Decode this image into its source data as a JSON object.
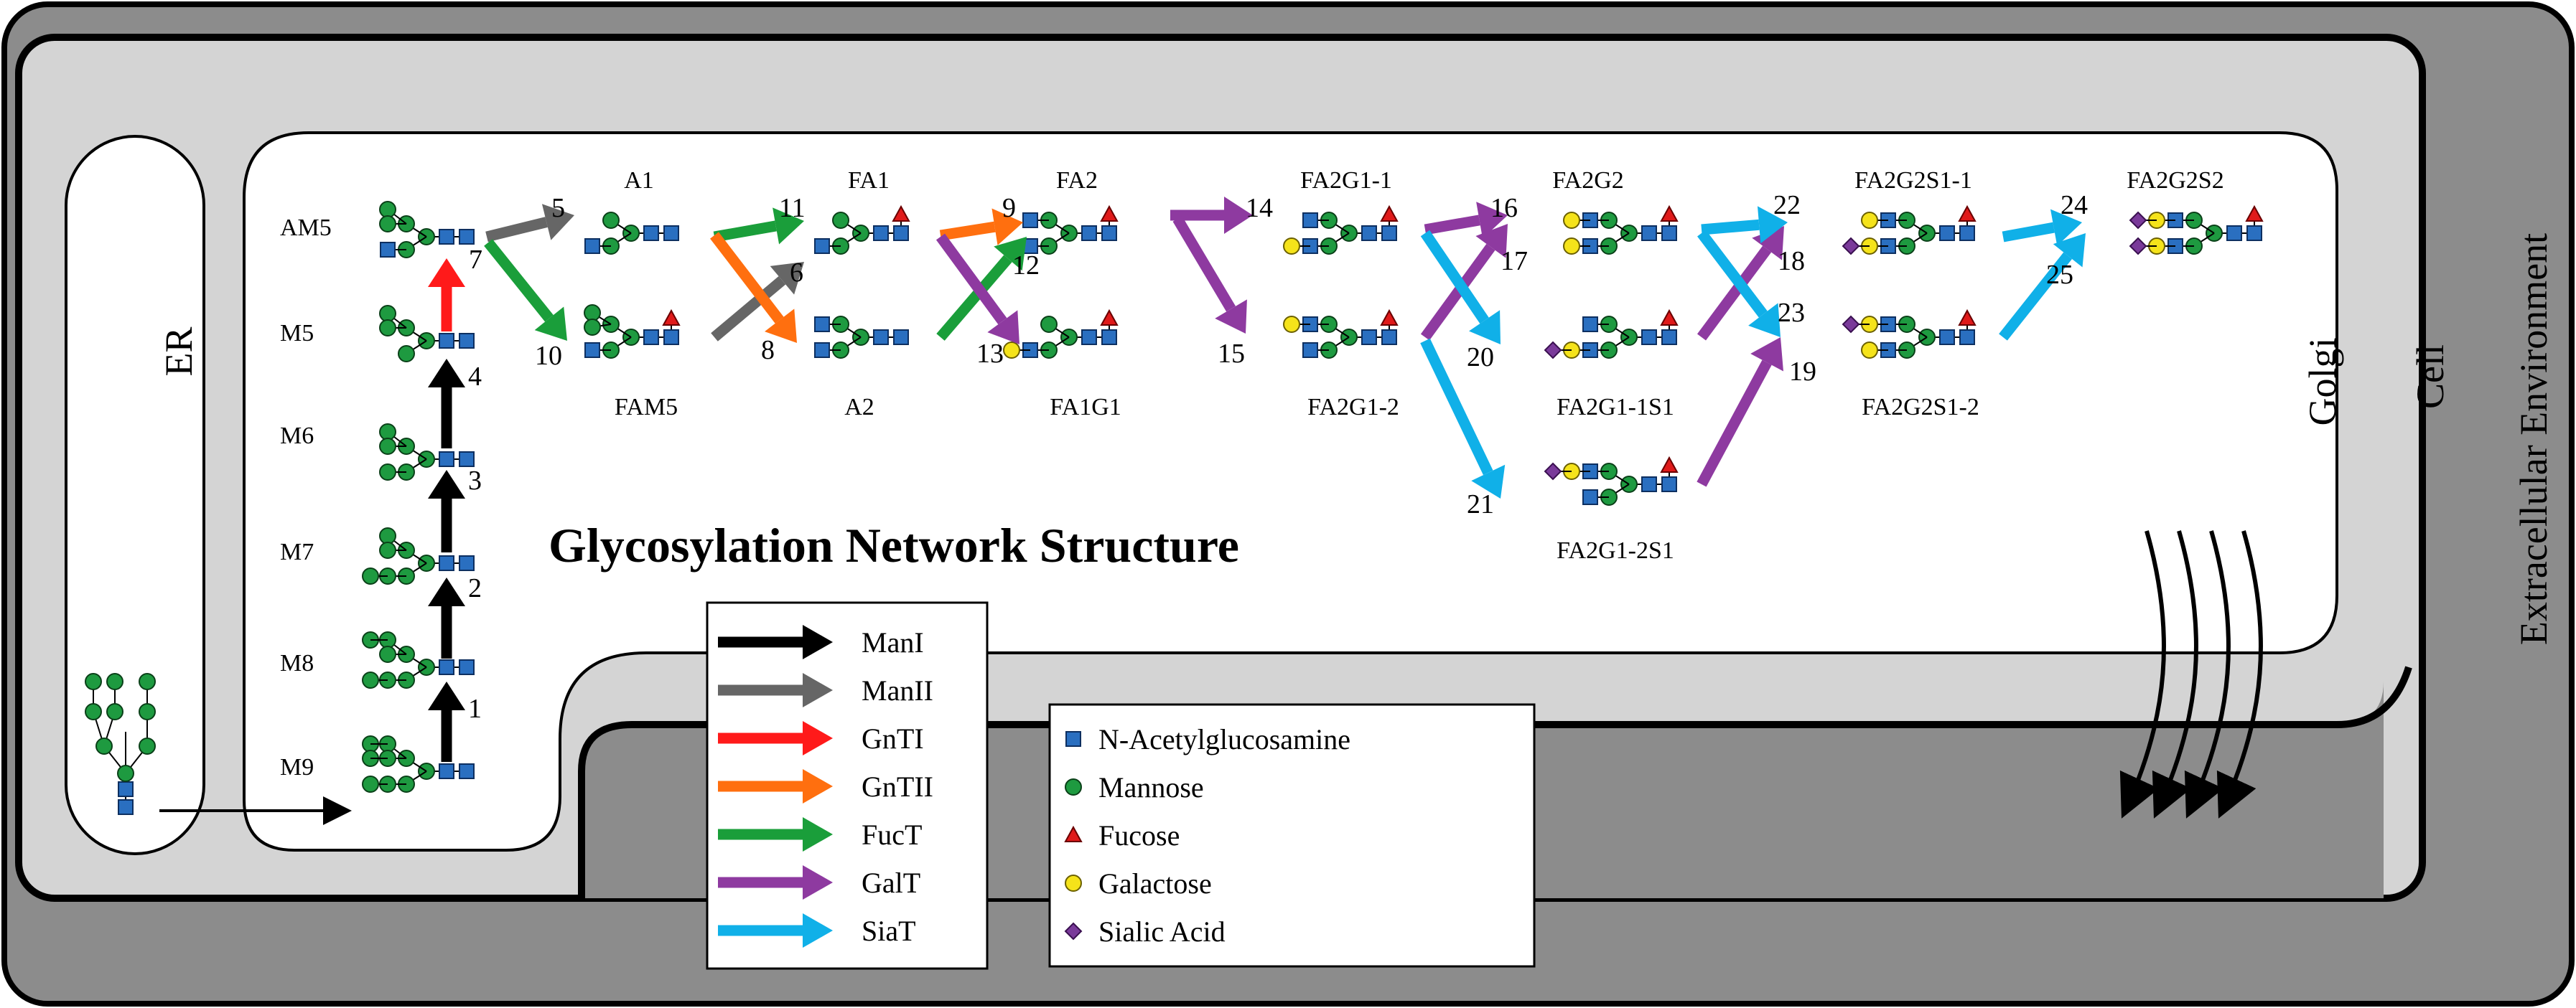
{
  "title": "Glycosylation Network Structure",
  "compartments": {
    "er": "ER",
    "golgi": "Golgi",
    "cell": "Cell",
    "extracellular": "Extracellular Environment"
  },
  "glycans": {
    "AM5": "AM5",
    "M5": "M5",
    "M6": "M6",
    "M7": "M7",
    "M8": "M8",
    "M9": "M9",
    "A1": "A1",
    "FAM5": "FAM5",
    "FA1": "FA1",
    "A2": "A2",
    "FA2": "FA2",
    "FA1G1": "FA1G1",
    "FA2G1_1": "FA2G1-1",
    "FA2G1_2": "FA2G1-2",
    "FA2G2": "FA2G2",
    "FA2G1_1S1": "FA2G1-1S1",
    "FA2G1_2S1": "FA2G1-2S1",
    "FA2G2S1_1": "FA2G2S1-1",
    "FA2G2S1_2": "FA2G2S1-2",
    "FA2G2S2": "FA2G2S2"
  },
  "reaction_numbers": [
    "1",
    "2",
    "3",
    "4",
    "5",
    "6",
    "7",
    "8",
    "9",
    "10",
    "11",
    "12",
    "13",
    "14",
    "15",
    "16",
    "17",
    "18",
    "19",
    "20",
    "21",
    "22",
    "23",
    "24",
    "25"
  ],
  "enzyme_legend": [
    {
      "name": "ManI",
      "color": "#000000"
    },
    {
      "name": "ManII",
      "color": "#666666"
    },
    {
      "name": "GnTI",
      "color": "#ff1a1a"
    },
    {
      "name": "GnTII",
      "color": "#ff6f0f"
    },
    {
      "name": "FucT",
      "color": "#1a9e3a"
    },
    {
      "name": "GalT",
      "color": "#8e3aa0"
    },
    {
      "name": "SiaT",
      "color": "#10b0e8"
    }
  ],
  "monosaccharide_legend": [
    {
      "name": "N-Acetylglucosamine",
      "symbol": "blue-square",
      "color": "#2a6fc0"
    },
    {
      "name": "Mannose",
      "symbol": "green-hexagon",
      "color": "#1e9a40"
    },
    {
      "name": "Fucose",
      "symbol": "red-triangle",
      "color": "#e01a1a"
    },
    {
      "name": "Galactose",
      "symbol": "yellow-hexagon",
      "color": "#f5e31a"
    },
    {
      "name": "Sialic Acid",
      "symbol": "purple-diamond",
      "color": "#7a3a9a"
    }
  ]
}
